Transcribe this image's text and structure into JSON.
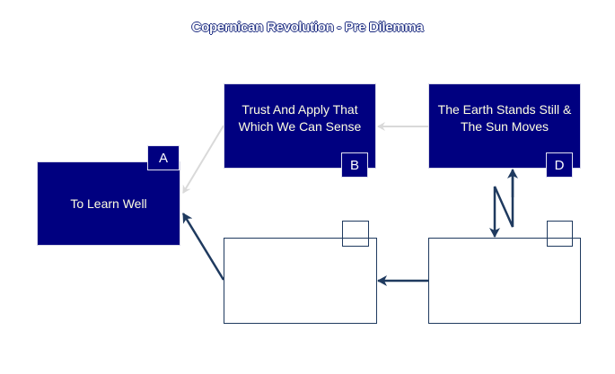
{
  "diagram": {
    "title": "Copernican Revolution - Pre Dilemma",
    "nodes": [
      {
        "id": "A",
        "label": "To Learn Well",
        "badge": "A",
        "style": "filled"
      },
      {
        "id": "B",
        "label": "Trust And Apply That Which We Can Sense",
        "badge": "B",
        "style": "filled"
      },
      {
        "id": "D",
        "label": "The Earth Stands Still & The Sun Moves",
        "badge": "D",
        "style": "filled"
      },
      {
        "id": "C",
        "label": "",
        "badge": "",
        "style": "empty"
      },
      {
        "id": "E",
        "label": "",
        "badge": "",
        "style": "empty"
      }
    ],
    "edges": [
      {
        "from": "B",
        "to": "A",
        "style": "light"
      },
      {
        "from": "D",
        "to": "B",
        "style": "light"
      },
      {
        "from": "C",
        "to": "A",
        "style": "dark"
      },
      {
        "from": "E",
        "to": "C",
        "style": "dark"
      },
      {
        "from": "D",
        "to": "E",
        "style": "conflict-bidirectional"
      }
    ],
    "colors": {
      "node_fill": "#000080",
      "node_text": "#ffffe0",
      "dark_line": "#1f3a5f",
      "light_line": "#d9d9d9"
    }
  }
}
